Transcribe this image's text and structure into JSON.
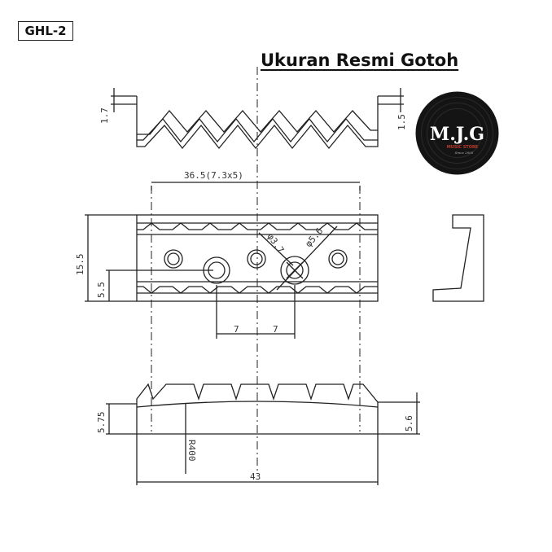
{
  "model_code": "GHL-2",
  "title": "Ukuran Resmi Gotoh",
  "logo": {
    "main": "M.J.G",
    "sub": "MUSIC STORE",
    "script": "Since 2005"
  },
  "dimensions": {
    "top_left_height": "1.7",
    "top_right_height": "1.5",
    "slot_span": "36.5(7.3x5)",
    "depth": "15.5",
    "hole_offset": "5.5",
    "small_hole": "φ3.7",
    "large_hole": "φ5.6",
    "spacing_left": "7",
    "spacing_right": "7",
    "bottom_left_height": "5.75",
    "bottom_right_height": "5.6",
    "radius": "R400",
    "total_width": "43"
  },
  "colors": {
    "line": "#222222",
    "logo_bg": "#141414",
    "logo_accent": "#c0392b"
  }
}
